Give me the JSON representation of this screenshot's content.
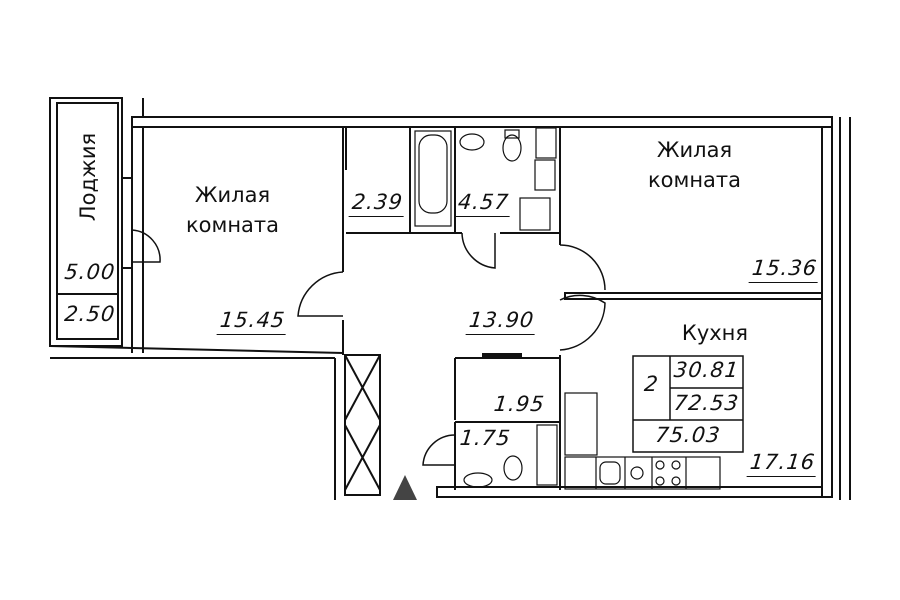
{
  "plan": {
    "rooms": [
      {
        "name": "Лоджия",
        "area_full": "5.00",
        "area_reduced": "2.50"
      },
      {
        "name_line1": "Жилая",
        "name_line2": "комната",
        "area": "15.45"
      },
      {
        "area": "2.39"
      },
      {
        "area": "4.57"
      },
      {
        "area": "13.90"
      },
      {
        "name_line1": "Жилая",
        "name_line2": "комната",
        "area": "15.36"
      },
      {
        "name": "Кухня",
        "area": "17.16"
      },
      {
        "area": "1.95"
      },
      {
        "area": "1.75"
      }
    ],
    "summary": {
      "rooms_count": "2",
      "living_area": "30.81",
      "total_area": "72.53",
      "total_with_loggia": "75.03"
    },
    "colors": {
      "wall": "#111111",
      "entrance_marker": "#444444"
    }
  }
}
